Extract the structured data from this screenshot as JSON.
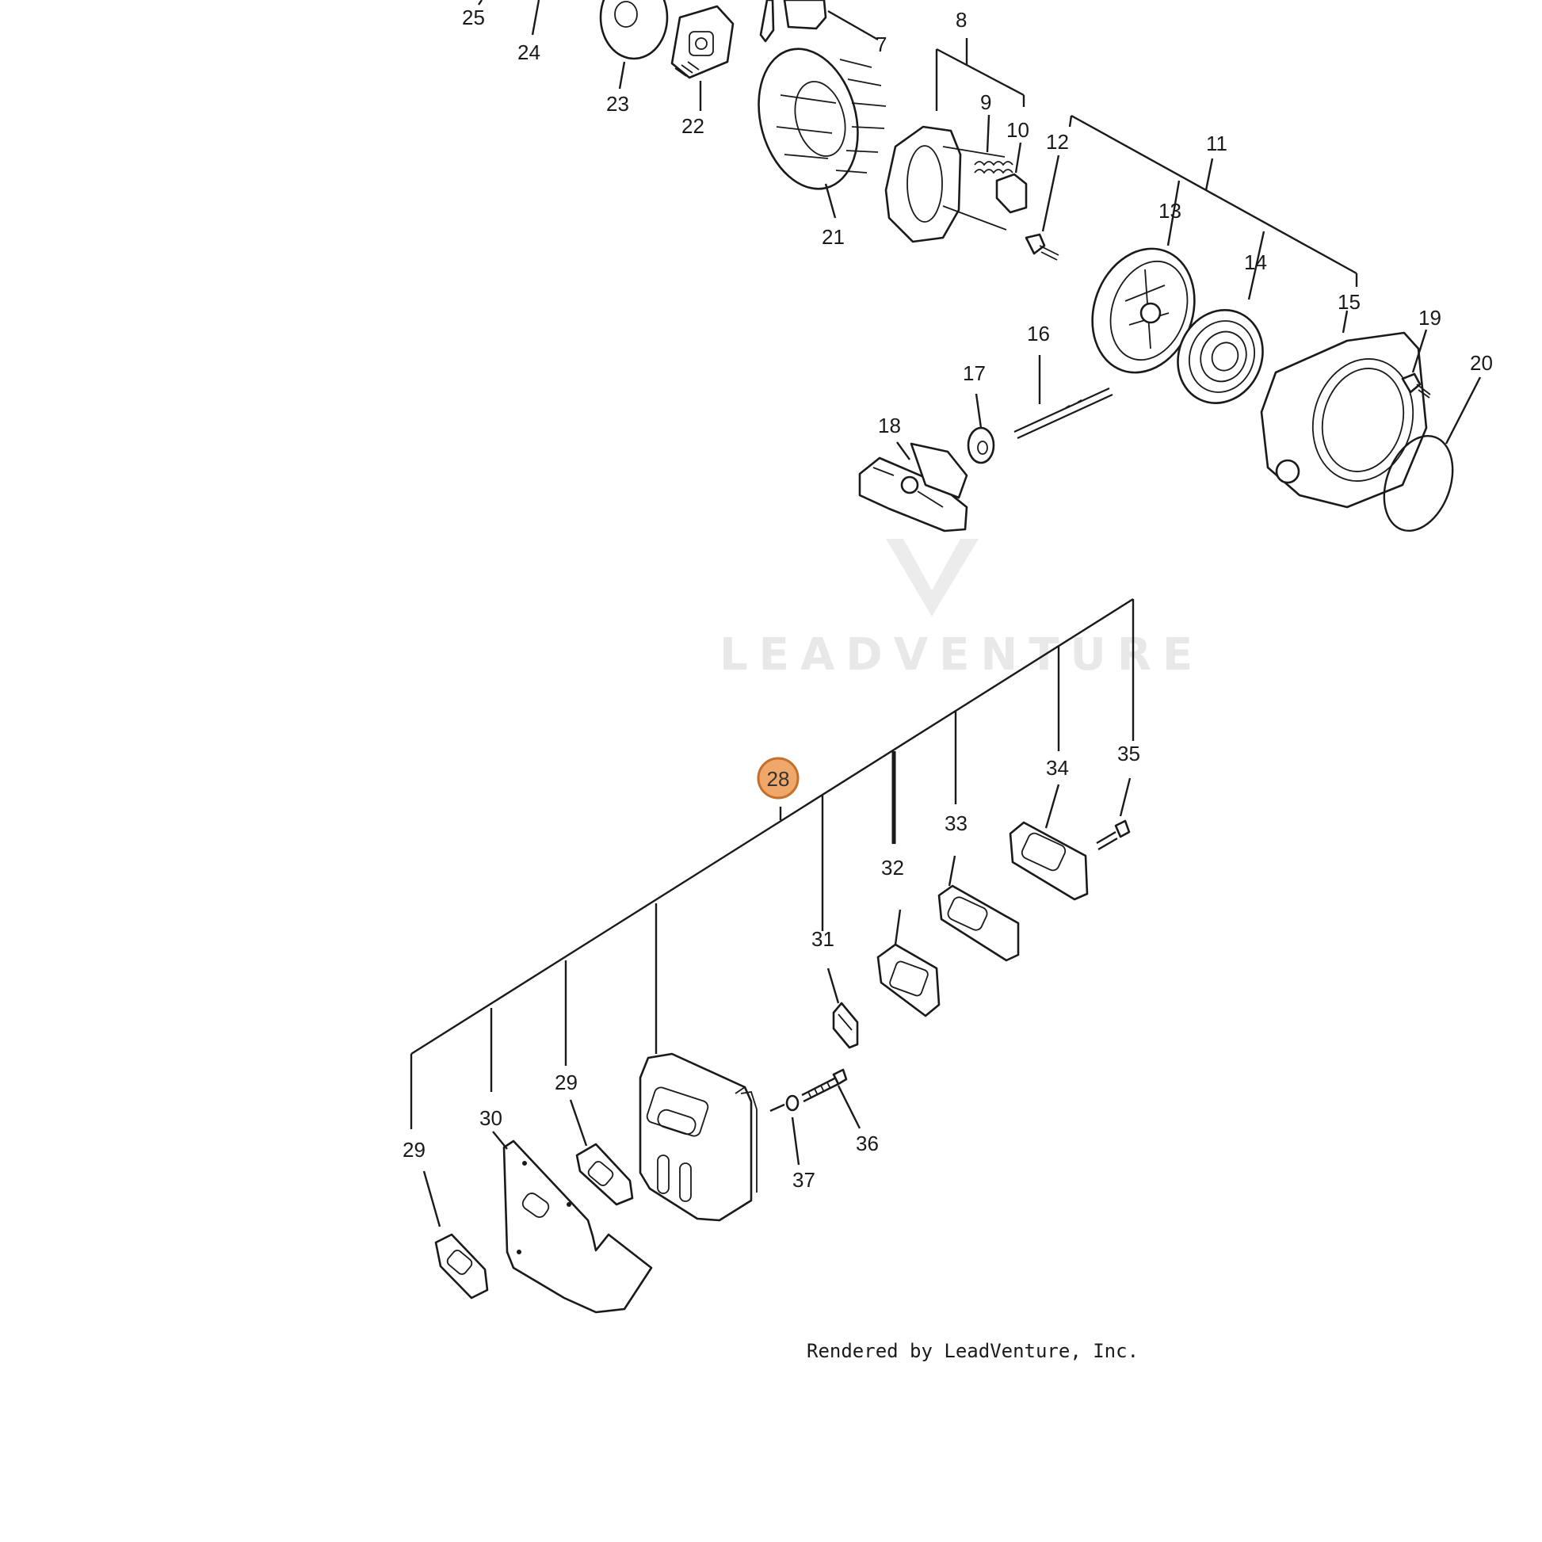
{
  "callouts": {
    "n7": "7",
    "n8": "8",
    "n9": "9",
    "n10": "10",
    "n11": "11",
    "n12": "12",
    "n13": "13",
    "n14": "14",
    "n15": "15",
    "n16": "16",
    "n17": "17",
    "n18": "18",
    "n19": "19",
    "n20": "20",
    "n21": "21",
    "n22": "22",
    "n23": "23",
    "n24": "24",
    "n25": "25",
    "n28": "28",
    "n29a": "29",
    "n29b": "29",
    "n30": "30",
    "n31": "31",
    "n32": "32",
    "n33": "33",
    "n34": "34",
    "n35": "35",
    "n36": "36",
    "n37": "37"
  },
  "highlighted_callout": "28",
  "watermark": {
    "text": "LEADVENTURE"
  },
  "footer": {
    "text": "Rendered by LeadVenture, Inc."
  },
  "colors": {
    "highlight_fill": "#f0a86a",
    "highlight_stroke": "#c46f2a",
    "line": "#1a1a1a",
    "watermark": "#e8e8e8"
  }
}
